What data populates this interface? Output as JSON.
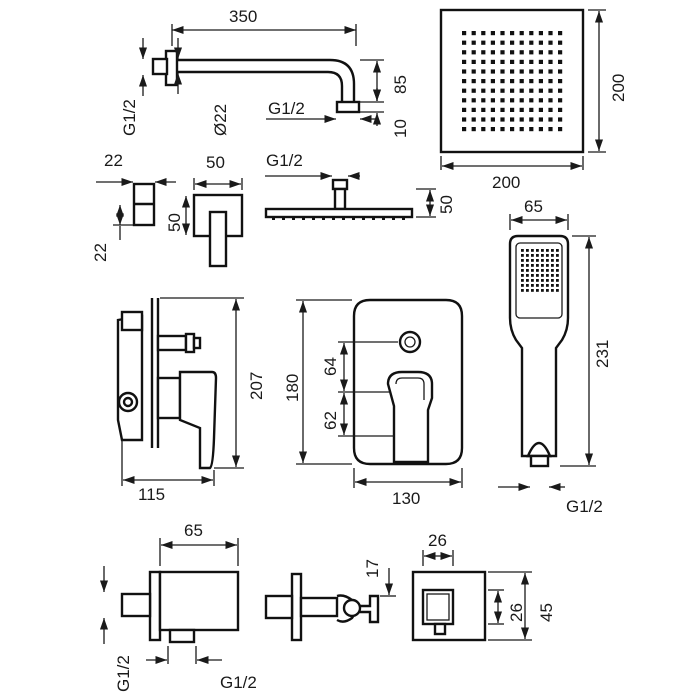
{
  "colors": {
    "line": "#1a1a1a",
    "background": "#ffffff"
  },
  "labels": {
    "arm_length": "350",
    "arm_drop": "85",
    "arm_thread": "G1/2",
    "arm_diameter": "Ø22",
    "arm_thread_bottom": "G1/2",
    "arm_tip": "10",
    "head_width": "200",
    "head_depth": "200",
    "rose_w": "22",
    "rose_h": "22",
    "knob_w": "50",
    "knob_h": "50",
    "head_thread": "G1/2",
    "head_side": "50",
    "hand_width": "65",
    "hand_length": "231",
    "hand_thread": "G1/2",
    "valve_depth": "115",
    "valve_height": "207",
    "plate_height": "180",
    "plate_upper": "64",
    "plate_lower": "62",
    "plate_width": "130",
    "outlet_width": "65",
    "outlet_thread_left": "G1/2",
    "outlet_thread_bottom": "G1/2",
    "holder_height": "17",
    "holder_inner": "26",
    "holder_outer_w": "26",
    "holder_outer_h": "45"
  }
}
